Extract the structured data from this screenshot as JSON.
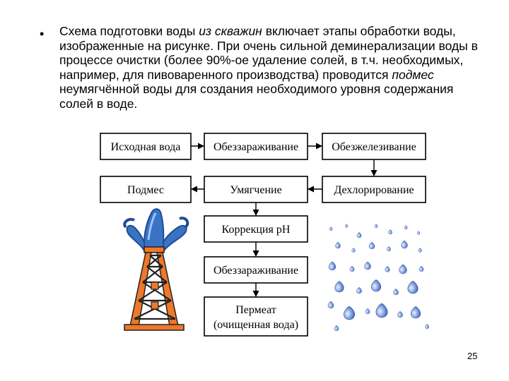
{
  "paragraph": {
    "p1": "Схема подготовки воды ",
    "p2": "из скважин",
    "p3": " включает этапы обработки воды, изображенные на рисунке.   При очень сильной деминерализации воды в процессе очистки (более 90%-ое удаление солей, в т.ч. необходимых, например, для пивоваренного производства) проводится ",
    "p4": "подмес",
    "p5": " неумягчённой воды для создания необходимого уровня содержания солей в воде."
  },
  "diagram": {
    "source_water": "Исходная вода",
    "disinfection_1": "Обеззараживание",
    "deironing": "Обезжелезивание",
    "dechlorination": "Дехлорирование",
    "softening": "Умягчение",
    "blending": "Подмес",
    "ph_correction": "Коррекция pH",
    "disinfection_2": "Обеззараживание",
    "permeate_line1": "Пермеат",
    "permeate_line2": "(очищенная вода)"
  },
  "page_number": "25",
  "colors": {
    "tower": "#f07828",
    "water": "#3a73c4",
    "droplet": "#6f8fd8"
  }
}
